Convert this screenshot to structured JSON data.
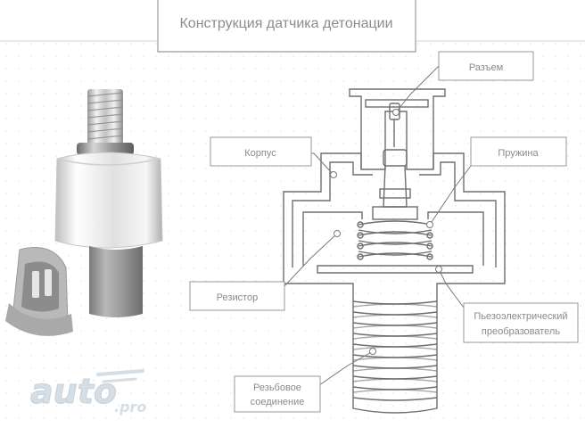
{
  "title": "Конструкция датчика детонации",
  "labels": {
    "connector": "Разъем",
    "housing": "Корпус",
    "spring": "Пружина",
    "resistor": "Резистор",
    "piezo_line1": "Пьезоэлектрический",
    "piezo_line2": "преобразователь",
    "thread_line1": "Резьбовое",
    "thread_line2": "соединение"
  },
  "watermark": {
    "text": "auto",
    "suffix": ".pro"
  },
  "colors": {
    "line": "#6e6e6e",
    "box_border": "#9a9a9a",
    "text": "#8a8a8a",
    "watermark": "#c8d3dc"
  }
}
